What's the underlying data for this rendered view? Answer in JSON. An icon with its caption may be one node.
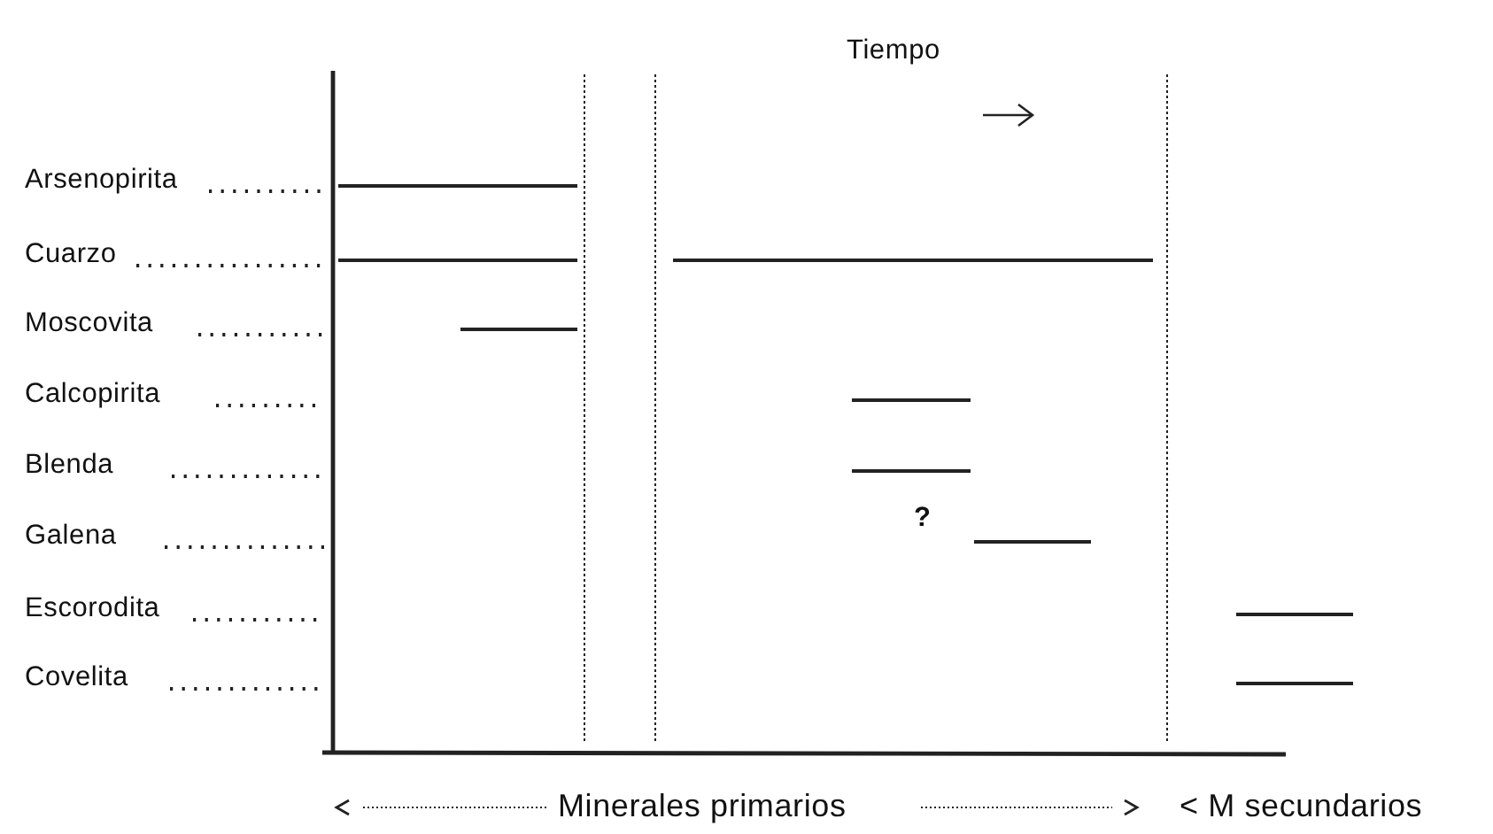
{
  "diagram": {
    "labels": [
      "Tiempo",
      "Arsenopirita",
      "Cuarzo",
      "Moscovita",
      "Calcopirita",
      "Blenda",
      "Galena",
      "Escorodita",
      "Covelita",
      "?",
      "Minerales primarios",
      "< M secundarios"
    ]
  }
}
